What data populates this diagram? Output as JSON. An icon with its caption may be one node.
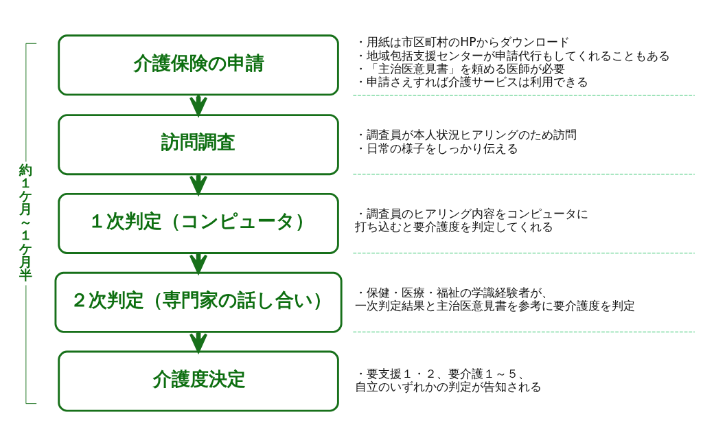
{
  "diagram": {
    "nodes": [
      {
        "text": [
          "介護保険の申請"
        ],
        "beside": [
          "・用紙は市区町村のHPからダウンロード",
          "・地域包括支援センターが申請代行もしてくれることもある",
          "・「主治医意見書」を頼める医師が必要",
          "・申請さえすれば介護サービスは利用できる"
        ]
      },
      {
        "text": [
          "訪問調査"
        ],
        "beside": [
          "・調査員が本人状況ヒアリングのため訪問",
          "・日常の様子をしっかり伝える"
        ]
      },
      {
        "text": [
          "１次判定（コンピュータ）"
        ],
        "beside": [
          "・調査員のヒアリング内容をコンピュータに打ち込むと要介護度を判定してくれる"
        ]
      },
      {
        "text": [
          "２次判定（専門家の話し合い）"
        ],
        "beside": [
          "・保健・医療・福祉の学識経験者が、一次判定結果と主治医意見書を参考に要介護度を判定"
        ]
      },
      {
        "text": [
          "介護度決定"
        ],
        "beside": [
          "・要支援１・２、要介護１～５、自立のいずれかの判定が告知される"
        ]
      }
    ],
    "edges": [
      {
        "from": 0,
        "to": 1,
        "arrow": "to"
      },
      {
        "from": 1,
        "to": 2,
        "arrow": "to"
      },
      {
        "from": 2,
        "to": 3,
        "arrow": "to"
      },
      {
        "from": 3,
        "to": 4,
        "arrow": "to"
      }
    ],
    "labels": [
      "約１ケ月～１ケ月半"
    ]
  }
}
